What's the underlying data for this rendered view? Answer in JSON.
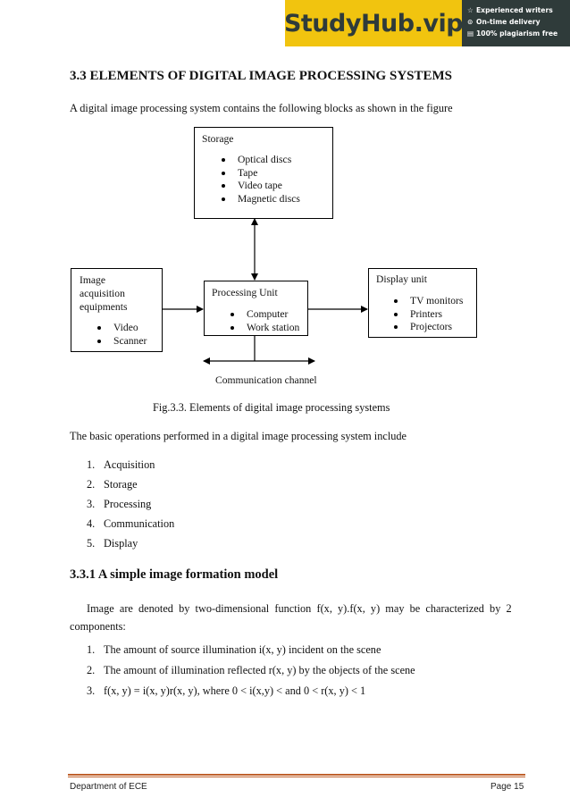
{
  "banner": {
    "brand": "StudyHub.vip",
    "features": [
      {
        "icon": "star-icon",
        "glyph": "☆",
        "label": "Experienced writers"
      },
      {
        "icon": "clock-icon",
        "glyph": "⊙",
        "label": "On-time delivery"
      },
      {
        "icon": "document-icon",
        "glyph": "▤",
        "label": "100% plagiarism free"
      }
    ]
  },
  "section": {
    "title": "3.3  ELEMENTS OF DIGITAL IMAGE PROCESSING SYSTEMS",
    "intro": "A digital image processing system contains the following blocks as shown in the figure"
  },
  "diagram": {
    "storage": {
      "title": "Storage",
      "items": [
        "Optical discs",
        "Tape",
        "Video tape",
        "Magnetic discs"
      ]
    },
    "acquisition": {
      "title_lines": [
        "Image",
        "acquisition",
        "equipments"
      ],
      "items": [
        "Video",
        "Scanner"
      ]
    },
    "processing": {
      "title": "Processing Unit",
      "items": [
        "Computer",
        "Work station"
      ]
    },
    "display": {
      "title": "Display unit",
      "items": [
        "TV monitors",
        "Printers",
        "Projectors"
      ]
    },
    "communication": "Communication channel",
    "caption": "Fig.3.3. Elements of digital image processing systems"
  },
  "operations": {
    "intro": "The basic operations performed in a digital image processing system include",
    "items": [
      {
        "num": "1.",
        "text": "Acquisition"
      },
      {
        "num": "2.",
        "text": "Storage"
      },
      {
        "num": "3.",
        "text": "Processing"
      },
      {
        "num": "4.",
        "text": "Communication"
      },
      {
        "num": "5.",
        "text": "Display"
      }
    ]
  },
  "subsection": {
    "title": "3.3.1 A simple image formation model",
    "para_line1": "Image  are  denoted  by  two-dimensional  function  f(x,  y).f(x,  y)  may  be  characterized  by  2",
    "para_line2": "components:",
    "items": [
      {
        "num": "1.",
        "text": "The amount of source illumination i(x, y) incident on the scene"
      },
      {
        "num": "2.",
        "text": "The amount of illumination reflected r(x, y) by the objects of the scene"
      },
      {
        "num": "3.",
        "text": "f(x, y) = i(x, y)r(x, y), where 0 < i(x,y) < and  0 < r(x, y) < 1"
      }
    ]
  },
  "footer": {
    "department": "Department of ECE",
    "page": "Page 15",
    "rule_color": "#c0622d"
  }
}
